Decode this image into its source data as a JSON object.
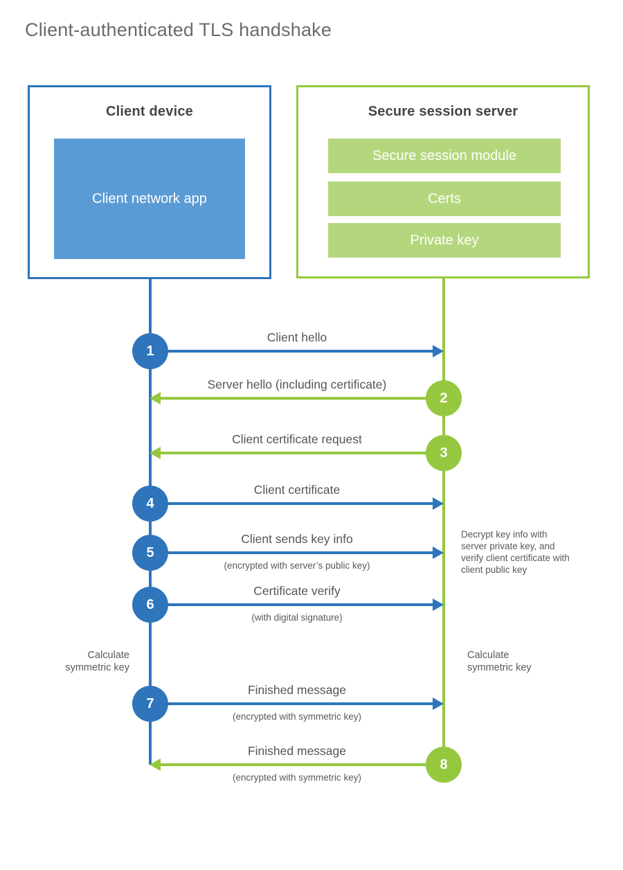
{
  "title": "Client-authenticated TLS handshake",
  "client": {
    "title": "Client device",
    "app": "Client network app"
  },
  "server": {
    "title": "Secure session server",
    "modules": [
      "Secure session module",
      "Certs",
      "Private key"
    ]
  },
  "messages": [
    {
      "step": "1",
      "label": "Client hello",
      "direction": "client-to-server"
    },
    {
      "step": "2",
      "label": "Server hello (including certificate)",
      "direction": "server-to-client"
    },
    {
      "step": "3",
      "label": "Client certificate request",
      "direction": "server-to-client"
    },
    {
      "step": "4",
      "label": "Client certificate",
      "direction": "client-to-server"
    },
    {
      "step": "5",
      "label": "Client sends key info",
      "sublabel": "(encrypted with server’s public key)",
      "direction": "client-to-server"
    },
    {
      "step": "6",
      "label": "Certificate verify",
      "sublabel": "(with digital signature)",
      "direction": "client-to-server"
    },
    {
      "step": "7",
      "label": "Finished message",
      "sublabel": "(encrypted with symmetric key)",
      "direction": "client-to-server"
    },
    {
      "step": "8",
      "label": "Finished message",
      "sublabel": "(encrypted with symmetric key)",
      "direction": "server-to-client"
    }
  ],
  "notes": {
    "decrypt": "Decrypt key info with server private key, and verify client certificate with client public key",
    "calculate_left": "Calculate symmetric key",
    "calculate_right": "Calculate symmetric key"
  },
  "colors": {
    "blue": "#2e75bb",
    "blue_fill": "#5b9bd5",
    "green": "#95c83e",
    "green_fill": "#b4d77d",
    "label_text": "#58595b"
  }
}
